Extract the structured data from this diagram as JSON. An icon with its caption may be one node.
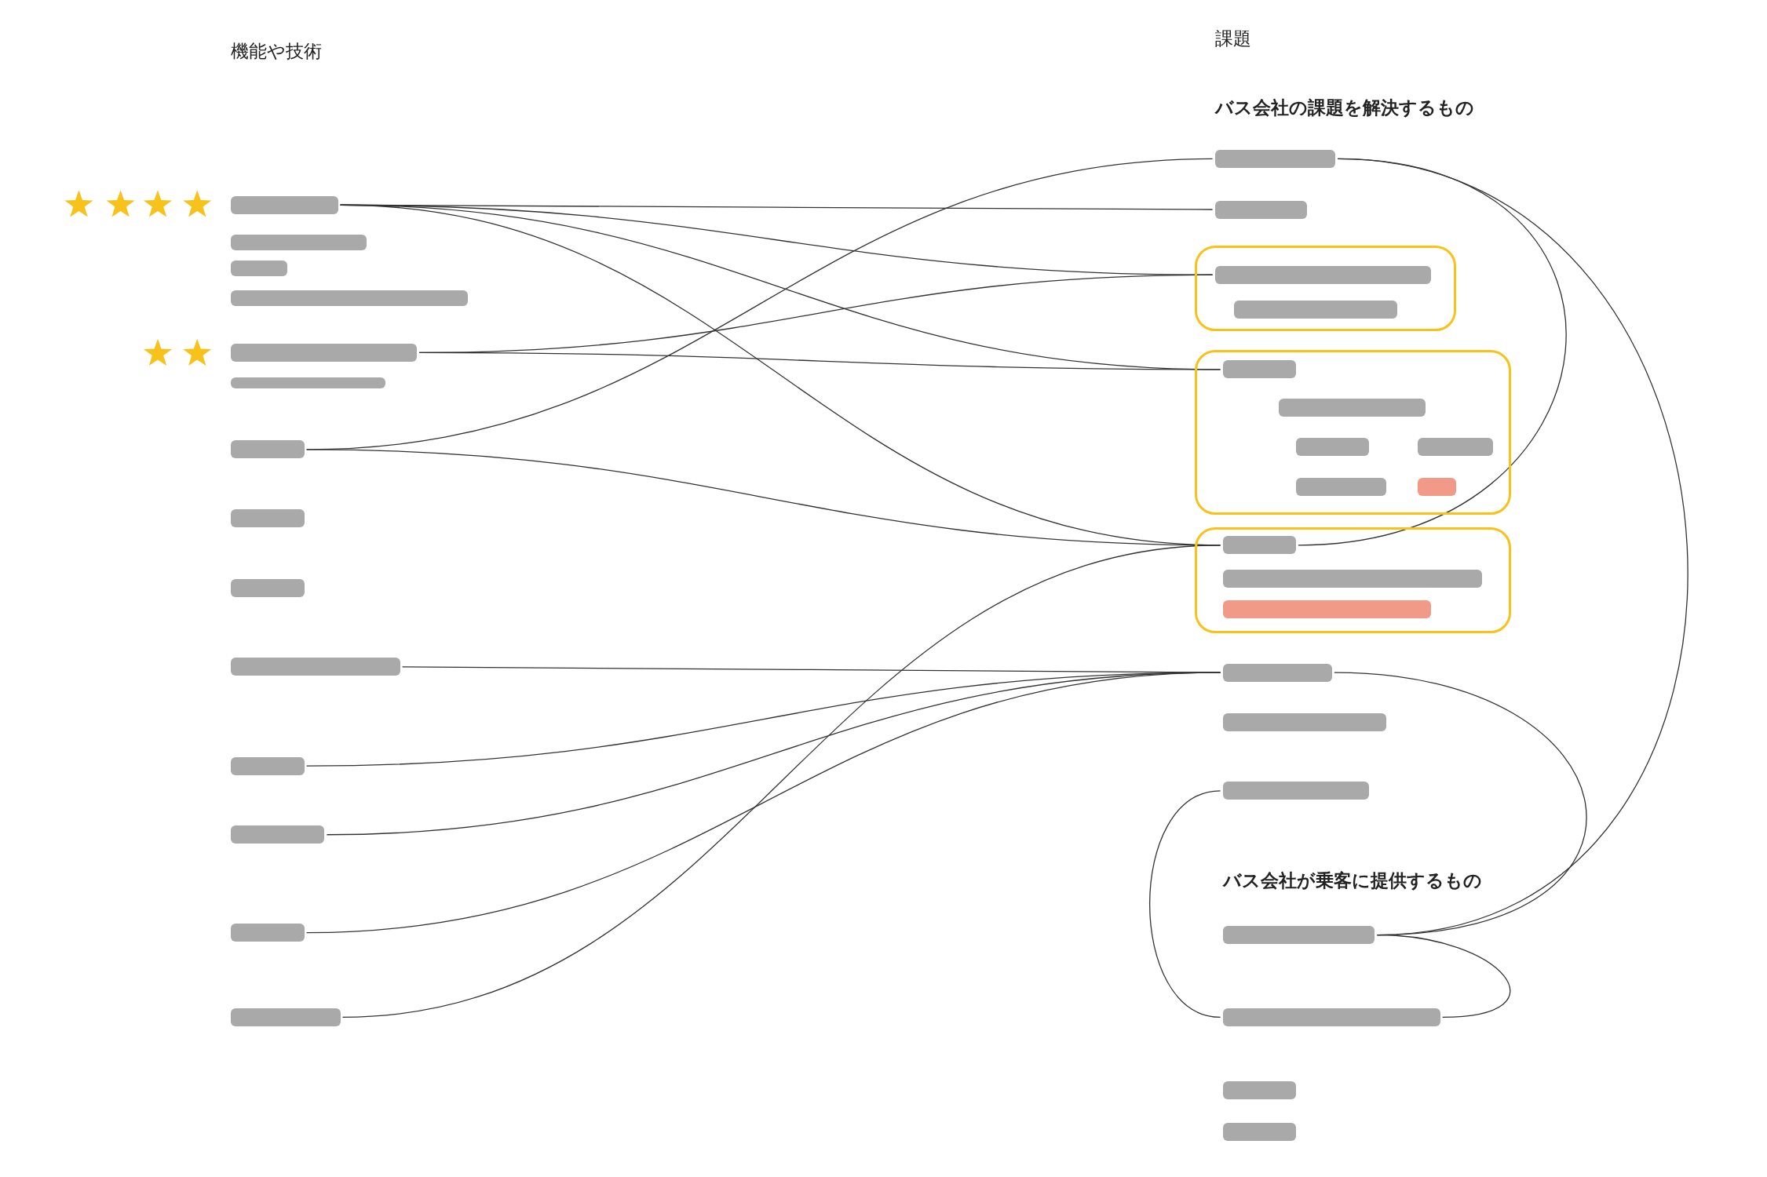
{
  "diagram": {
    "nodes": [
      {
        "text": [],
        "shape": "bar"
      },
      {
        "text": [],
        "shape": "bar"
      },
      {
        "text": [],
        "shape": "bar"
      },
      {
        "text": [],
        "shape": "bar"
      },
      {
        "text": [],
        "shape": "bar"
      },
      {
        "text": [],
        "shape": "bar"
      },
      {
        "text": [],
        "shape": "bar"
      },
      {
        "text": [],
        "shape": "bar"
      },
      {
        "text": [],
        "shape": "bar"
      },
      {
        "text": [],
        "shape": "bar"
      },
      {
        "text": [],
        "shape": "bar"
      },
      {
        "text": [],
        "shape": "bar"
      },
      {
        "text": [],
        "shape": "bar"
      },
      {
        "text": [],
        "shape": "bar"
      },
      {
        "text": [],
        "shape": "bar"
      },
      {
        "text": [],
        "shape": "bar"
      },
      {
        "text": [],
        "shape": "box"
      },
      {
        "text": [],
        "shape": "bar",
        "in": 16
      },
      {
        "text": [],
        "shape": "bar",
        "in": 16
      },
      {
        "text": [],
        "shape": "box"
      },
      {
        "text": [],
        "shape": "bar",
        "in": 19
      },
      {
        "text": [],
        "shape": "bar",
        "in": 19
      },
      {
        "text": [],
        "shape": "bar",
        "in": 19
      },
      {
        "text": [],
        "shape": "bar",
        "in": 19
      },
      {
        "text": [],
        "shape": "bar",
        "in": 19
      },
      {
        "text": [],
        "shape": "bar",
        "in": 19
      },
      {
        "text": [],
        "shape": "box"
      },
      {
        "text": [],
        "shape": "bar",
        "in": 26
      },
      {
        "text": [],
        "shape": "bar",
        "in": 26
      },
      {
        "text": [],
        "shape": "bar",
        "in": 26
      },
      {
        "text": [],
        "shape": "bar"
      },
      {
        "text": [],
        "shape": "bar"
      },
      {
        "text": [],
        "shape": "bar"
      },
      {
        "text": [],
        "shape": "bar"
      },
      {
        "text": [],
        "shape": "bar"
      },
      {
        "text": [],
        "shape": "bar"
      },
      {
        "text": [],
        "shape": "bar"
      }
    ],
    "edges": [
      {
        "from": 0,
        "to": 15,
        "arrow": "none"
      },
      {
        "from": 0,
        "to": 17,
        "arrow": "none"
      },
      {
        "from": 0,
        "to": 20,
        "arrow": "none"
      },
      {
        "from": 0,
        "to": 27,
        "arrow": "none"
      },
      {
        "from": 4,
        "to": 17,
        "arrow": "none"
      },
      {
        "from": 4,
        "to": 20,
        "arrow": "none"
      },
      {
        "from": 6,
        "to": 14,
        "arrow": "none"
      },
      {
        "from": 6,
        "to": 27,
        "arrow": "none"
      },
      {
        "from": 9,
        "to": 30,
        "arrow": "none"
      },
      {
        "from": 10,
        "to": 30,
        "arrow": "none"
      },
      {
        "from": 11,
        "to": 30,
        "arrow": "none"
      },
      {
        "from": 12,
        "to": 30,
        "arrow": "none"
      },
      {
        "from": 13,
        "to": 27,
        "arrow": "none"
      },
      {
        "from": 14,
        "to": 33,
        "arrow": "none"
      },
      {
        "from": 14,
        "to": 27,
        "arrow": "none"
      },
      {
        "from": 30,
        "to": 33,
        "arrow": "none"
      },
      {
        "from": 32,
        "to": 34,
        "arrow": "none"
      },
      {
        "from": 33,
        "to": 34,
        "arrow": "none"
      }
    ],
    "labels": [
      "機能や技術",
      "課題",
      "バス会社の課題を解決するもの",
      "バス会社が乗客に提供するもの"
    ]
  }
}
